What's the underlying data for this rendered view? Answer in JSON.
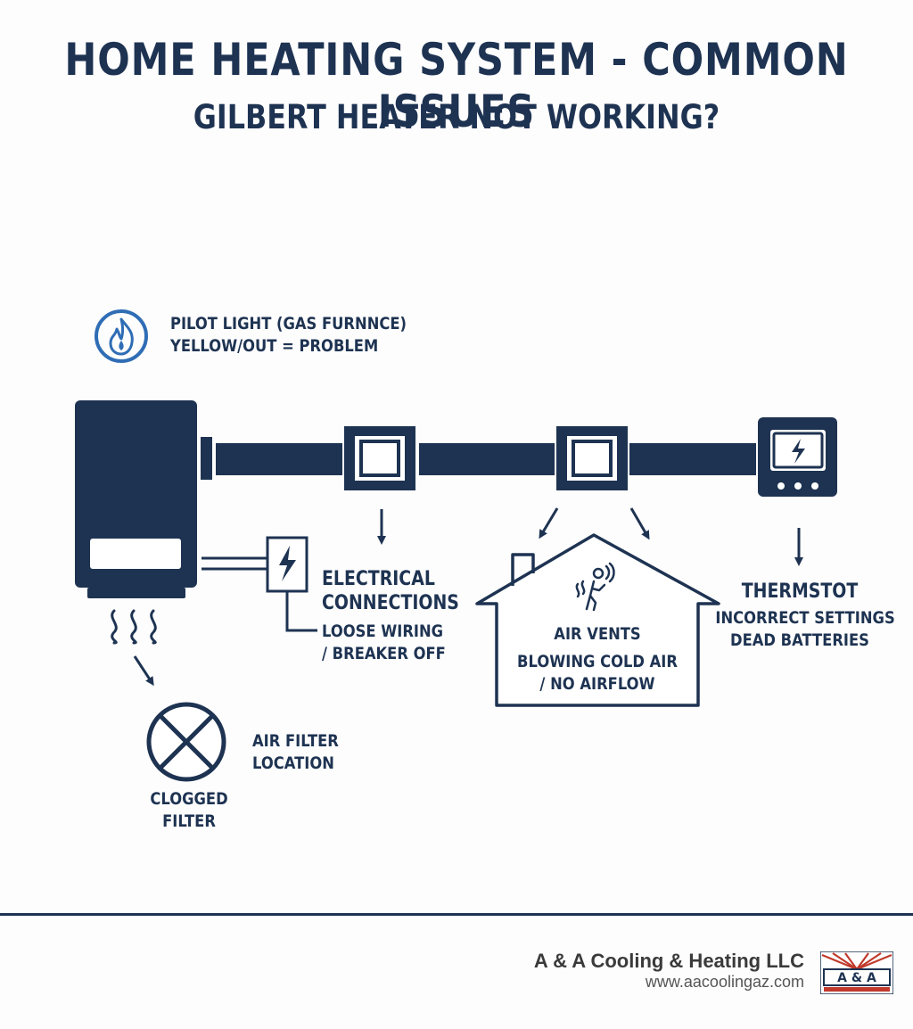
{
  "header": {
    "title": "HOME HEATING SYSTEM - COMMON ISSUES",
    "subtitle": "GILBERT HEATER NOT WORKING?"
  },
  "components": {
    "pilot_light": {
      "line1": "PILOT LIGHT (GAS FURNNCE)",
      "line2": "YELLOW/OUT = PROBLEM",
      "icon": "flame-icon"
    },
    "electrical": {
      "title_line1": "ELECTRICAL",
      "title_line2": "CONNECTIONS",
      "issue_line1": "LOOSE WIRING",
      "issue_line2": "/ BREAKER OFF",
      "icon": "lightning-icon"
    },
    "air_vents": {
      "title": "AIR VENTS",
      "issue_line1": "BLOWING COLD AIR",
      "issue_line2": "/ NO AIRFLOW",
      "icon": "person-cold-icon"
    },
    "thermostat": {
      "title": "THERMSTOT",
      "issue_line1": "INCORRECT SETTINGS",
      "issue_line2": "DEAD BATTERIES",
      "icon": "thermostat-icon"
    },
    "air_filter": {
      "title_line1": "AIR FILTER",
      "title_line2": "LOCATION",
      "issue_line1": "CLOGGED",
      "issue_line2": "FILTER",
      "icon": "x-circle-icon"
    }
  },
  "footer": {
    "company": "A & A Cooling & Heating LLC",
    "url": "www.aacoolingaz.com",
    "logo_text": "A & A"
  },
  "colors": {
    "primary": "#1e3352",
    "accent_blue": "#2f6db5",
    "background": "#fdfdfd"
  }
}
